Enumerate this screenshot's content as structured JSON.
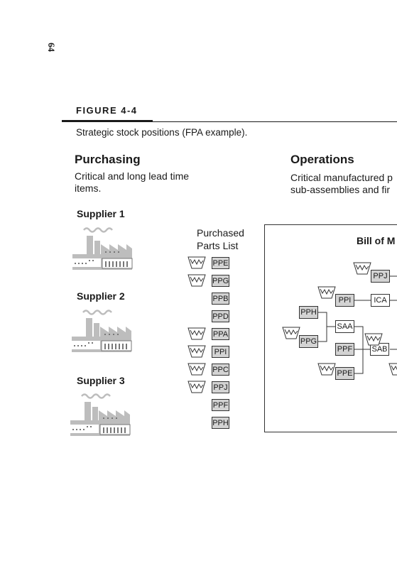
{
  "page": {
    "number": "64"
  },
  "figure": {
    "label": "FIGURE 4-4",
    "caption": "Strategic stock positions (FPA example)."
  },
  "purchasing": {
    "title": "Purchasing",
    "description": "Critical and long lead time\nitems."
  },
  "operations": {
    "title": "Operations",
    "description": "Critical manufactured p\nsub-assemblies and fir"
  },
  "suppliers": [
    {
      "label": "Supplier 1"
    },
    {
      "label": "Supplier 2"
    },
    {
      "label": "Supplier 3"
    }
  ],
  "parts_list": {
    "title": "Purchased\nParts List",
    "items": [
      {
        "code": "PPE",
        "buffer": true
      },
      {
        "code": "PPG",
        "buffer": true
      },
      {
        "code": "PPB",
        "buffer": false
      },
      {
        "code": "PPD",
        "buffer": false
      },
      {
        "code": "PPA",
        "buffer": true
      },
      {
        "code": "PPI",
        "buffer": true
      },
      {
        "code": "PPC",
        "buffer": true
      },
      {
        "code": "PPJ",
        "buffer": true
      },
      {
        "code": "PPF",
        "buffer": false
      },
      {
        "code": "PPH",
        "buffer": false
      }
    ]
  },
  "bom": {
    "title": "Bill of M",
    "nodes": {
      "ppj": "PPJ",
      "ppi": "PPI",
      "ica": "ICA",
      "pph": "PPH",
      "saa": "SAA",
      "ppg": "PPG",
      "ppf": "PPF",
      "sab": "SAB",
      "ppe": "PPE"
    }
  },
  "colors": {
    "part_fill": "#d3d3d3",
    "factory": "#bdbdbd",
    "ink": "#1a1a1a"
  }
}
